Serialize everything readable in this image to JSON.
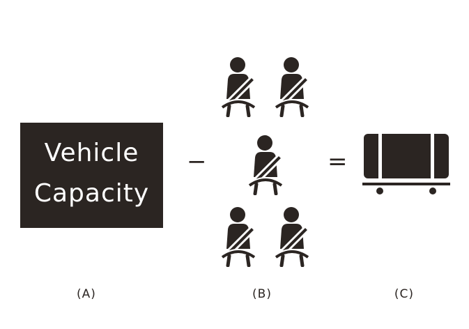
{
  "panel_a": {
    "line1": "Vehicle",
    "line2": "Capacity",
    "label": "(A)"
  },
  "operators": {
    "minus": "−",
    "equals": "="
  },
  "panel_b": {
    "icon": "seatbelt-passenger-icon",
    "count": 5,
    "label": "(B)"
  },
  "panel_c": {
    "icon": "cargo-container-icon",
    "label": "(C)"
  },
  "colors": {
    "ink": "#2b2522",
    "background": "#ffffff"
  }
}
